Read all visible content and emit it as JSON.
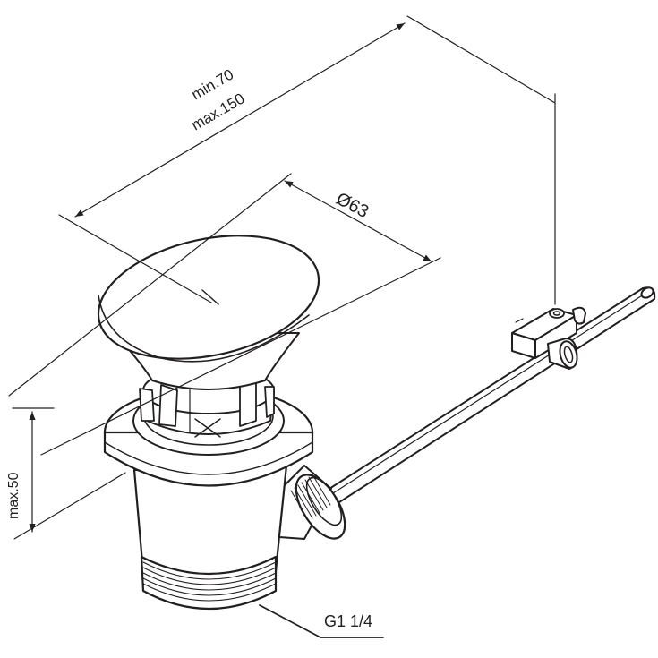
{
  "drawing": {
    "subject": "pop-up basin waste with lever rod",
    "line_color": "#231f20",
    "background_color": "#ffffff"
  },
  "dimensions": {
    "rod_length_min": "min.70",
    "rod_length_max": "max.150",
    "cap_diameter": "Ø63",
    "body_height": "max.50",
    "thread": "G1 1/4"
  }
}
